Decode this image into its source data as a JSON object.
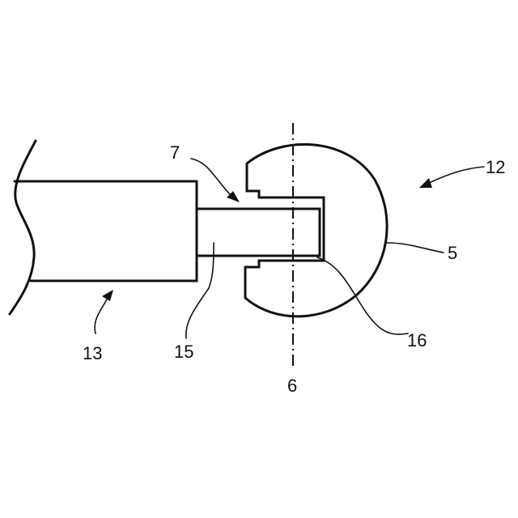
{
  "labels": {
    "ref_5": "5",
    "ref_6": "6",
    "ref_7": "7",
    "ref_12": "12",
    "ref_13": "13",
    "ref_15": "15",
    "ref_16": "16"
  },
  "colors": {
    "line": "#111111",
    "background": "#ffffff"
  }
}
